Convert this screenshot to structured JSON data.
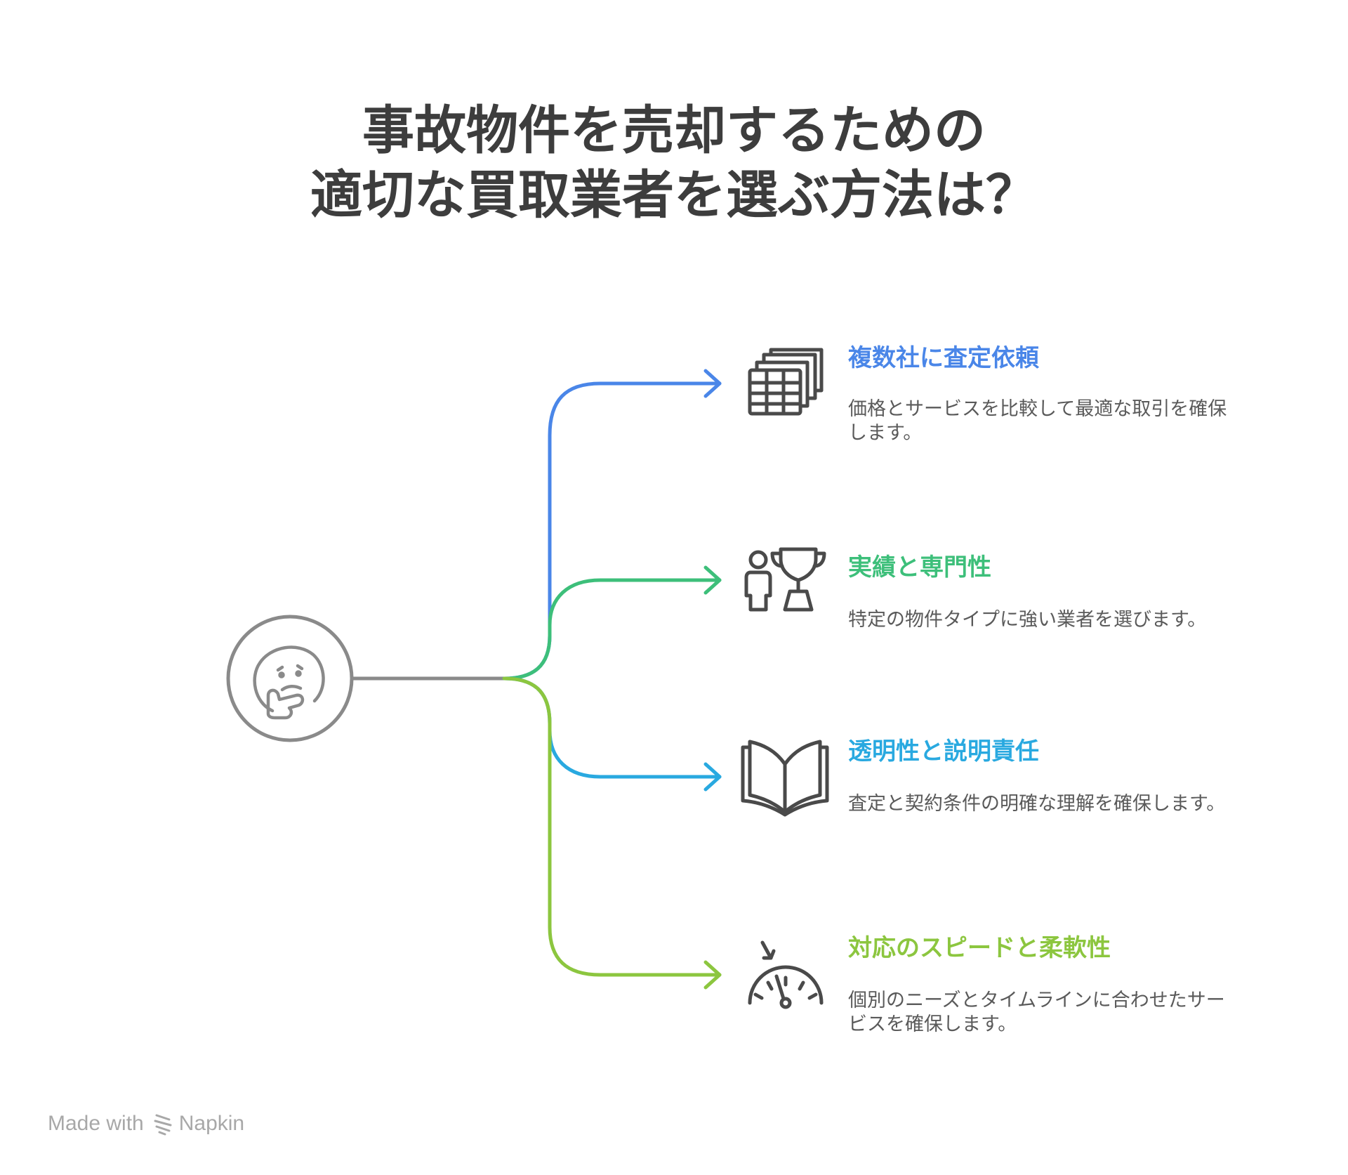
{
  "title": {
    "line1": "事故物件を売却するための",
    "line2": "適切な買取業者を選ぶ方法は？"
  },
  "colors": {
    "trunk": "#8a8a8a",
    "branch_1": "#4a86e8",
    "branch_2": "#3dbf7a",
    "branch_3": "#29a9e0",
    "branch_4": "#8cc63f",
    "icon": "#4a4a4a",
    "text": "#5a5a5a",
    "title": "#3d3d3d",
    "footer": "#a8a8a8"
  },
  "root": {
    "icon": "thinking-face-icon"
  },
  "branches": [
    {
      "title": "複数社に査定依頼",
      "description": "価格とサービスを比較して最適な取引を確保します。",
      "icon": "spreadsheet-stack-icon"
    },
    {
      "title": "実績と専門性",
      "description": "特定の物件タイプに強い業者を選びます。",
      "icon": "person-trophy-icon"
    },
    {
      "title": "透明性と説明責任",
      "description": "査定と契約条件の明確な理解を確保します。",
      "icon": "open-book-icon"
    },
    {
      "title": "対応のスピードと柔軟性",
      "description": "個別のニーズとタイムラインに合わせたサービスを確保します。",
      "icon": "speedometer-icon"
    }
  ],
  "footer": {
    "made_with": "Made with",
    "brand": "Napkin",
    "icon": "napkin-logo-icon"
  }
}
